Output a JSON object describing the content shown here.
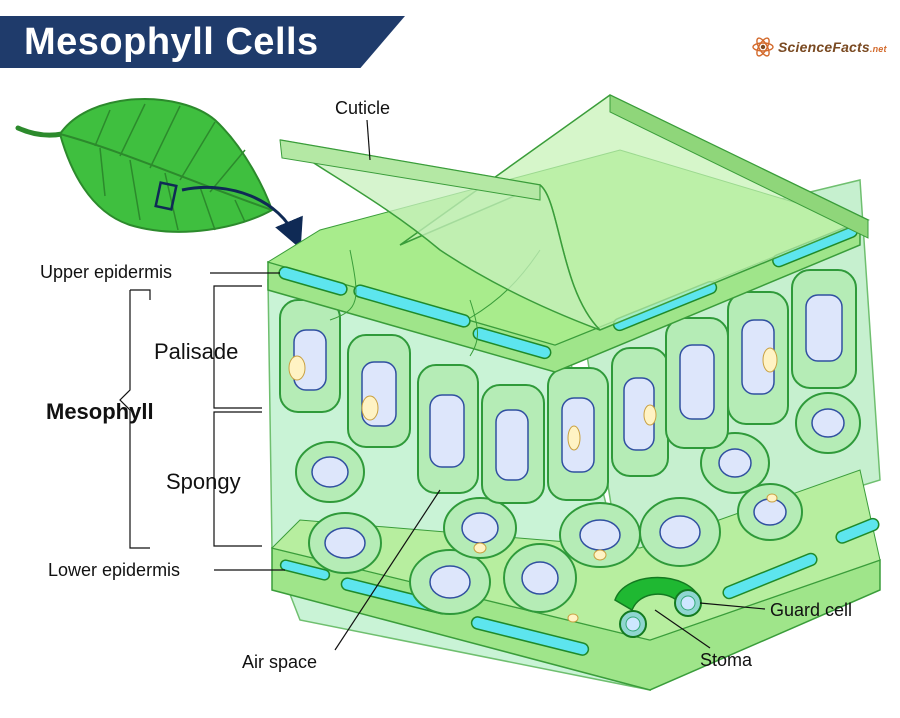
{
  "title": "Mesophyll Cells",
  "brand": {
    "name": "ScienceFacts",
    "suffix": ".net",
    "icon": "atom-icon"
  },
  "labels": {
    "cuticle": "Cuticle",
    "upper_epidermis": "Upper epidermis",
    "palisade": "Palisade",
    "mesophyll": "Mesophyll",
    "spongy": "Spongy",
    "lower_epidermis": "Lower epidermis",
    "air_space": "Air space",
    "stoma": "Stoma",
    "guard_cell": "Guard cell"
  },
  "colors": {
    "banner": "#1f3b6b",
    "leaf": "#3fbf3f",
    "cell_wall": "#58c95a",
    "cytoplasm": "#c6f0cf",
    "vacuole": "#dde6fb",
    "epidermis_cells": "#5de5ee",
    "cuticle": "#c4f2b4",
    "arrow": "#0f2a55"
  }
}
